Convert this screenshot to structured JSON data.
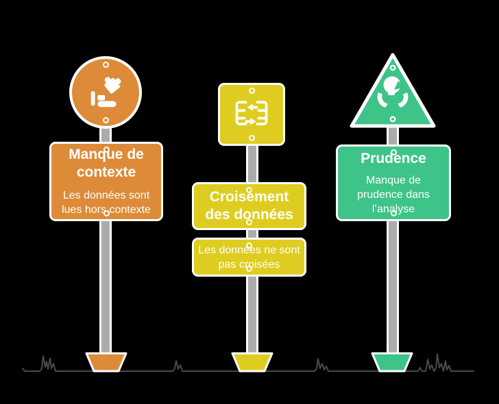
{
  "page": {
    "background": "#000000"
  },
  "pole": {
    "color": "#ababab",
    "outline": "#ffffff"
  },
  "ground": {
    "color": "#4a4a4a"
  },
  "signs": [
    {
      "id": "manque-de-contexte",
      "shape": "circle",
      "color": "#dd8b38",
      "icon": "hand-puzzle-icon",
      "title_lines": [
        "Manque de",
        "contexte"
      ],
      "subtitle_lines": [
        "Les données sont",
        "lues hors contexte"
      ]
    },
    {
      "id": "croisement-des-donnees",
      "shape": "square",
      "color": "#decd20",
      "icon": "data-exchange-icon",
      "title_lines": [
        "Croisement",
        "des données"
      ],
      "subtitle_lines": [
        "Les données ne sont",
        "pas croisées"
      ]
    },
    {
      "id": "prudence",
      "shape": "triangle",
      "color": "#3ec389",
      "icon": "head-in-hands-icon",
      "title_lines": [
        "Prudence"
      ],
      "subtitle_lines": [
        "Manque de",
        "prudence dans",
        "l’analyse"
      ]
    }
  ]
}
